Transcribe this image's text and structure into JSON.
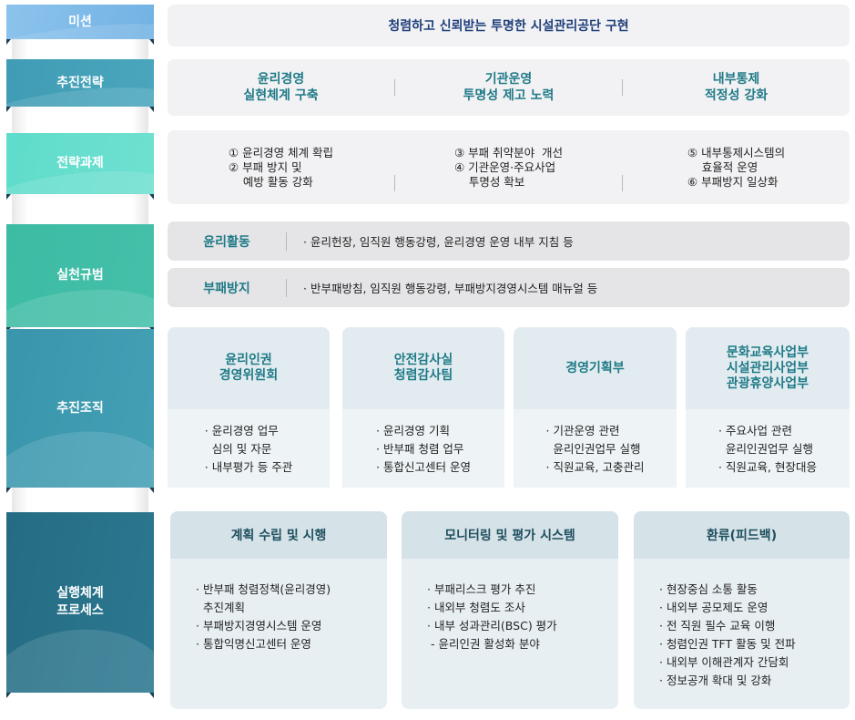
{
  "colors": {
    "mission_label": "#7db9e8",
    "strategy_label": "#3f9db5",
    "tasks_label": "#5ed9c8",
    "norms_label": "#40bca5",
    "organization_label": "#3a97ad",
    "process_label": "#266f86",
    "accent_text": "#1f7a87",
    "mission_text": "#1f3f7a",
    "panel_bg": "#f2f2f4"
  },
  "rows": {
    "mission": {
      "label": "미션",
      "text": "청렴하고 신뢰받는 투명한 시설관리공단 구현"
    },
    "strategy": {
      "label": "추진전략",
      "items": [
        "윤리경영\n실현체계 구축",
        "기관운영\n투명성 제고 노력",
        "내부통제\n적정성 강화"
      ]
    },
    "tasks": {
      "label": "전략과제",
      "columns": [
        [
          "① 윤리경영 체계 확립",
          "② 부패 방지 및",
          "    예방 활동 강화"
        ],
        [
          "③ 부패 취약분야  개선",
          "④ 기관운영·주요사업",
          "    투명성 확보"
        ],
        [
          "⑤ 내부통제시스템의",
          "    효율적 운영",
          "⑥ 부패방지 일상화"
        ]
      ]
    },
    "norms": {
      "label": "실천규범",
      "items": [
        {
          "title": "윤리활동",
          "desc": "· 윤리헌장, 임직원 행동강령, 윤리경영 운영 내부 지침 등"
        },
        {
          "title": "부패방지",
          "desc": "· 반부패방침, 임직원 행동강령, 부패방지경영시스템 매뉴얼 등"
        }
      ]
    },
    "organization": {
      "label": "추진조직",
      "cards": [
        {
          "title": "윤리인권\n경영위원회",
          "lines": [
            "· 윤리경영 업무",
            "  심의 및 자문",
            "· 내부평가 등 주관"
          ]
        },
        {
          "title": "안전감사실\n청렴감사팀",
          "lines": [
            "· 윤리경영 기획",
            "· 반부패 청렴 업무",
            "· 통합신고센터 운영"
          ]
        },
        {
          "title": "경영기획부",
          "lines": [
            "· 기관운영 관련",
            "  윤리인권업무 실행",
            "· 직원교육, 고충관리"
          ]
        },
        {
          "title": "문화교육사업부\n시설관리사업부\n관광휴양사업부",
          "lines": [
            "· 주요사업 관련",
            "  윤리인권업무 실행",
            "· 직원교육, 현장대응"
          ]
        }
      ]
    },
    "process": {
      "label": "실행체계\n프로세스",
      "cards": [
        {
          "title": "계획 수립 및 시행",
          "lines": [
            "· 반부패 청렴정책(윤리경영)",
            "  추진계획",
            "· 부패방지경영시스템 운영",
            "· 통합익명신고센터 운영"
          ]
        },
        {
          "title": "모니터링 및 평가 시스템",
          "lines": [
            "· 부패리스크 평가 추진",
            "· 내외부 청렴도 조사",
            "· 내부 성과관리(BSC) 평가",
            " - 윤리인권 활성화 분야"
          ]
        },
        {
          "title": "환류(피드백)",
          "lines": [
            "· 현장중심 소통 활동",
            "· 내외부 공모제도 운영",
            "· 전 직원 필수 교육 이행",
            "· 청렴인권 TFT 활동 및 전파",
            "· 내외부 이해관계자 간담회",
            "· 정보공개 확대 및 강화"
          ]
        }
      ]
    }
  }
}
